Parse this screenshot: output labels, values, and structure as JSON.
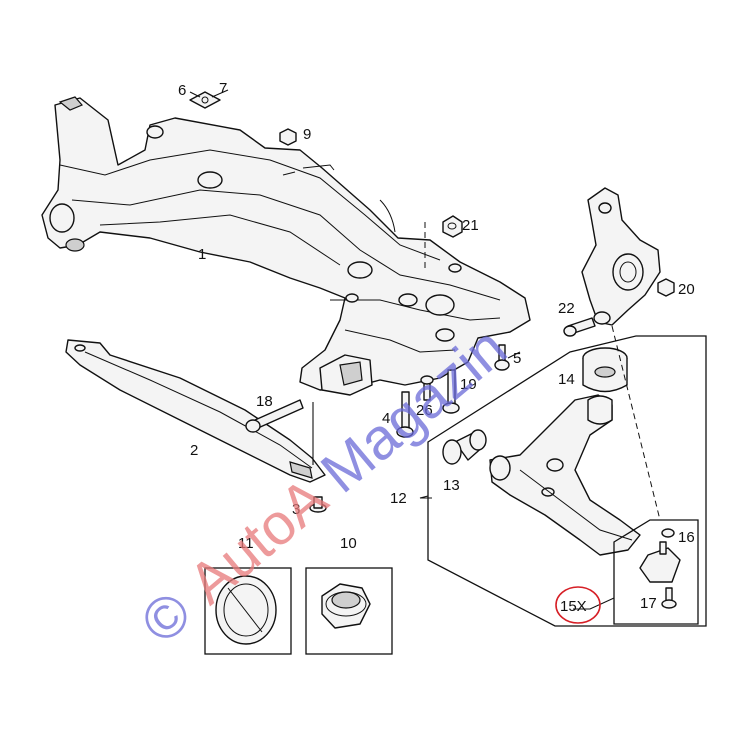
{
  "callouts": {
    "c1": "1",
    "c2": "2",
    "c3": "3",
    "c4": "4",
    "c5": "5",
    "c6": "6",
    "c7": "7",
    "c9": "9",
    "c10": "10",
    "c11": "11",
    "c12": "12",
    "c13": "13",
    "c14": "14",
    "c15": "15X",
    "c16": "16",
    "c17": "17",
    "c18": "18",
    "c19": "19",
    "c20": "20",
    "c21": "21",
    "c22": "22",
    "c26": "26"
  },
  "watermark": {
    "copyright": "©",
    "brand_a": "AutoA",
    "brand_b": "Magazin"
  },
  "colors": {
    "highlight_circle": "#d61f26",
    "watermark_red": "#e8797a",
    "watermark_blue": "#6a6ad8"
  }
}
